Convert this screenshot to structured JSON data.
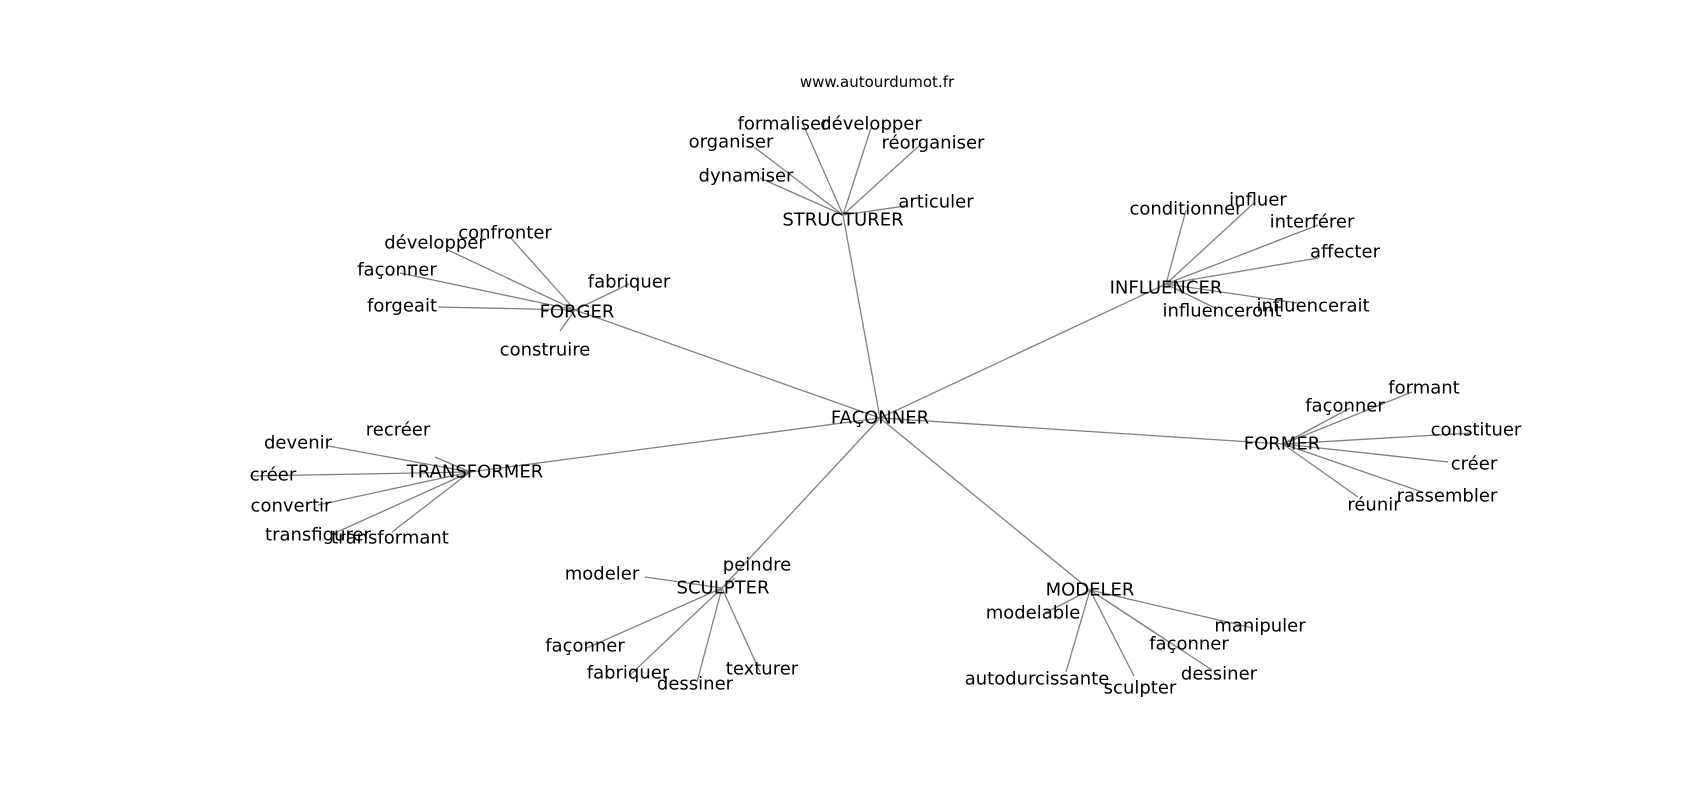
{
  "site": {
    "caption": "www.autourdumot.fr"
  },
  "graph": {
    "root": "FAÇONNER",
    "clusters": [
      {
        "id": "structurer",
        "label": "STRUCTURER",
        "leaves": [
          "formaliser",
          "développer",
          "organiser",
          "réorganiser",
          "dynamiser",
          "articuler"
        ]
      },
      {
        "id": "forger",
        "label": "FORGER",
        "leaves": [
          "confronter",
          "développer",
          "façonner",
          "fabriquer",
          "forgeait",
          "construire"
        ]
      },
      {
        "id": "influencer",
        "label": "INFLUENCER",
        "leaves": [
          "conditionner",
          "influer",
          "interférer",
          "affecter",
          "influencerait",
          "influenceront"
        ]
      },
      {
        "id": "transformer",
        "label": "TRANSFORMER",
        "leaves": [
          "recréer",
          "devenir",
          "créer",
          "convertir",
          "transfigurer",
          "transformant"
        ]
      },
      {
        "id": "former",
        "label": "FORMER",
        "leaves": [
          "formant",
          "façonner",
          "constituer",
          "créer",
          "rassembler",
          "réunir"
        ]
      },
      {
        "id": "sculpter",
        "label": "SCULPTER",
        "leaves": [
          "peindre",
          "modeler",
          "façonner",
          "fabriquer",
          "dessiner",
          "texturer"
        ]
      },
      {
        "id": "modeler",
        "label": "MODELER",
        "leaves": [
          "modelable",
          "manipuler",
          "façonner",
          "dessiner",
          "sculpter",
          "autodurcissante"
        ]
      }
    ]
  },
  "colors": {
    "edge": "#808080",
    "text": "#000000",
    "background": "#ffffff"
  }
}
